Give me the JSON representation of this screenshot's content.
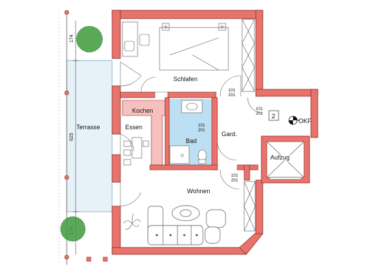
{
  "rooms": {
    "schlafen": "Schlafen",
    "kochen": "Kochen",
    "essen": "Essen",
    "bad": "Bad",
    "gard": "Gard.",
    "wohnen": "Wohnen",
    "aufzug": "Aufzug",
    "terrasse": "Terrasse"
  },
  "dimensions": {
    "top": "174",
    "middle": "625",
    "bottom": "174"
  },
  "door_marks": {
    "schlafen": [
      "101",
      "201"
    ],
    "entry": [
      "101",
      "201"
    ],
    "bad": [
      "101",
      "201"
    ],
    "wohnen": [
      "101",
      "201"
    ]
  },
  "unit_number": "2",
  "okf_label": "OKF",
  "colors": {
    "wall": "#e8736c",
    "wall_stroke": "#8a2a24",
    "bad_fill": "#bcdff3",
    "kitchen_fill": "#f5c0bd",
    "terrace_fill": "#e6f1f8",
    "tree_green": "#3c9a3c"
  }
}
